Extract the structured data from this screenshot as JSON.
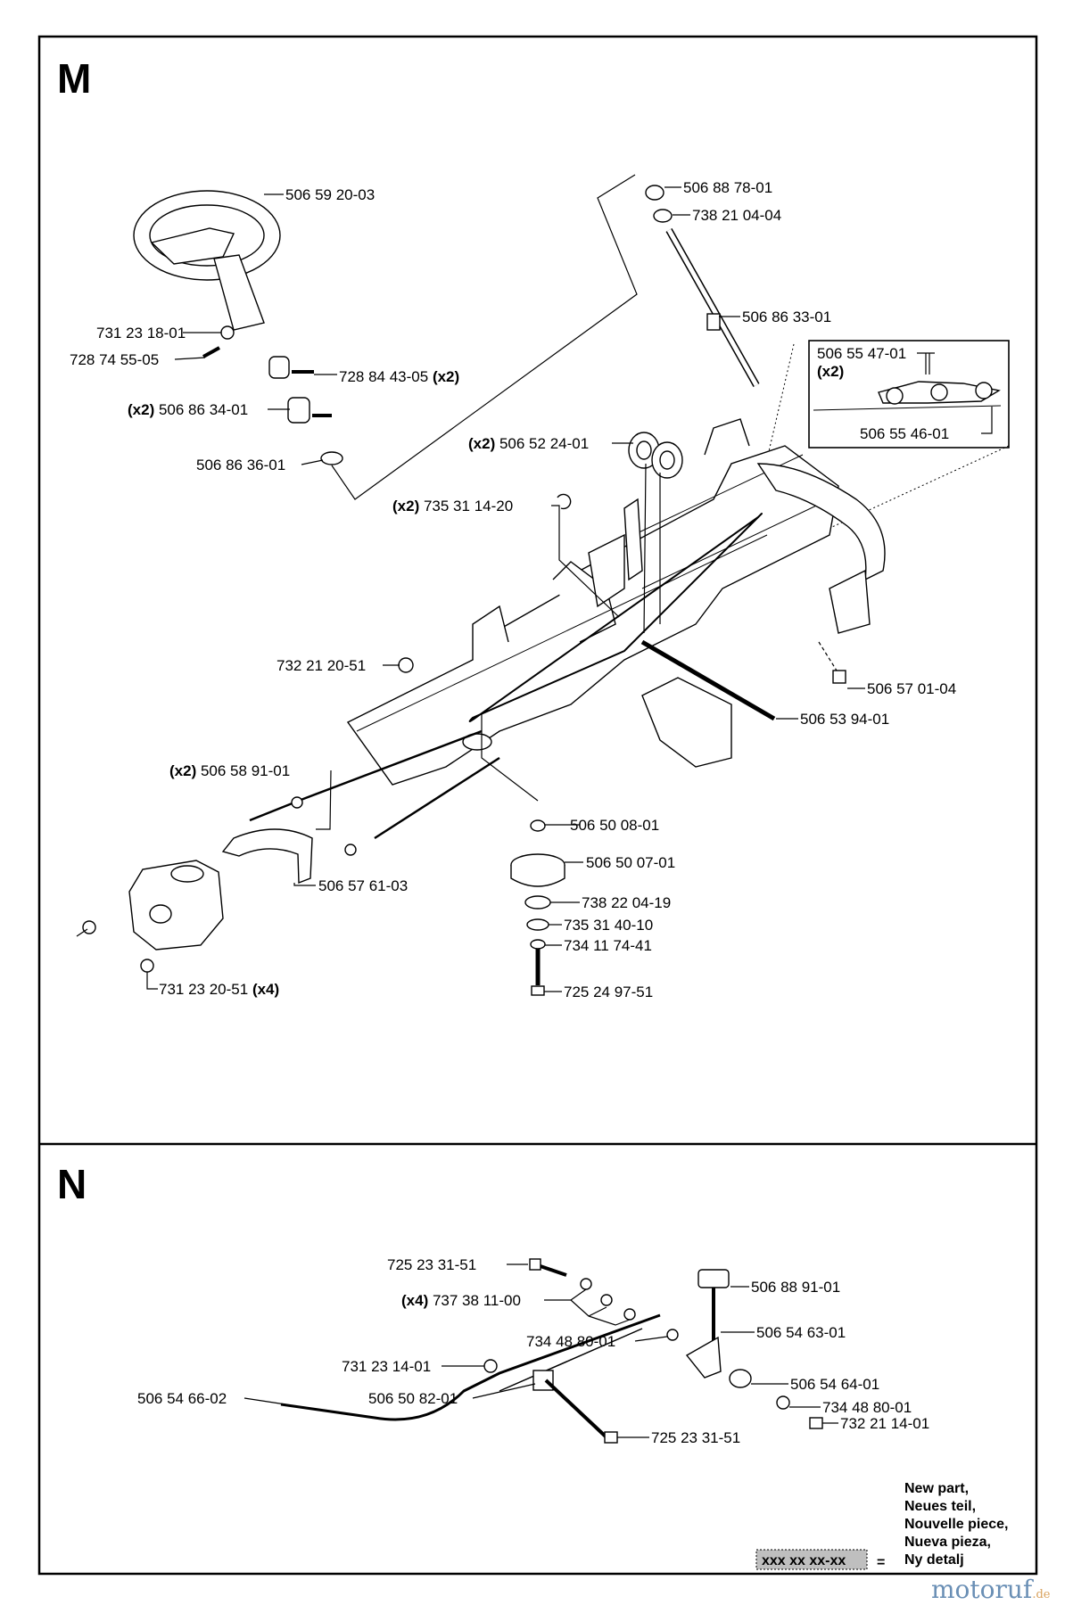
{
  "sections": {
    "m": {
      "letter": "M"
    },
    "n": {
      "letter": "N"
    }
  },
  "parts": {
    "p1": {
      "qty": "",
      "number": "506 59 20-03"
    },
    "p2": {
      "qty": "",
      "number": "731 23 18-01"
    },
    "p3": {
      "qty": "",
      "number": "728 74 55-05"
    },
    "p4": {
      "qty": "(x2)",
      "number": "728 84 43-05"
    },
    "p5": {
      "qty": "(x2)",
      "number": "506 86 34-01"
    },
    "p6": {
      "qty": "",
      "number": "506 86 36-01"
    },
    "p7": {
      "qty": "",
      "number": "506 88 78-01"
    },
    "p8": {
      "qty": "",
      "number": "738 21 04-04"
    },
    "p9": {
      "qty": "",
      "number": "506 86 33-01"
    },
    "p10": {
      "qty": "",
      "number": "506 55 47-01"
    },
    "p10q": {
      "qty": "(x2)",
      "number": ""
    },
    "p11": {
      "qty": "",
      "number": "506 55 46-01"
    },
    "p12": {
      "qty": "(x2)",
      "number": "506 52 24-01"
    },
    "p13": {
      "qty": "(x2)",
      "number": "735 31 14-20"
    },
    "p14": {
      "qty": "",
      "number": "732 21 20-51"
    },
    "p15": {
      "qty": "",
      "number": "506 57 01-04"
    },
    "p16": {
      "qty": "",
      "number": "506 53 94-01"
    },
    "p17": {
      "qty": "(x2)",
      "number": "506 58 91-01"
    },
    "p18": {
      "qty": "",
      "number": "506 50 08-01"
    },
    "p19": {
      "qty": "",
      "number": "506 50 07-01"
    },
    "p20": {
      "qty": "",
      "number": "506 57 61-03"
    },
    "p21": {
      "qty": "",
      "number": "738 22 04-19"
    },
    "p22": {
      "qty": "",
      "number": "735 31 40-10"
    },
    "p23": {
      "qty": "",
      "number": "734 11 74-41"
    },
    "p24": {
      "qty": "(x4)",
      "number": "731 23 20-51"
    },
    "p25": {
      "qty": "",
      "number": "725 24 97-51"
    },
    "n1": {
      "qty": "",
      "number": "725 23 31-51"
    },
    "n2": {
      "qty": "",
      "number": "506 88 91-01"
    },
    "n3": {
      "qty": "(x4)",
      "number": "737 38 11-00"
    },
    "n4": {
      "qty": "",
      "number": "506 54 63-01"
    },
    "n5": {
      "qty": "",
      "number": "734 48 80-01"
    },
    "n6": {
      "qty": "",
      "number": "731 23 14-01"
    },
    "n7": {
      "qty": "",
      "number": "506 54 64-01"
    },
    "n8": {
      "qty": "",
      "number": "506 54 66-02"
    },
    "n9": {
      "qty": "",
      "number": "506 50 82-01"
    },
    "n10": {
      "qty": "",
      "number": "734 48 80-01"
    },
    "n11": {
      "qty": "",
      "number": "725 23 31-51"
    },
    "n12": {
      "qty": "",
      "number": "732 21 14-01"
    }
  },
  "legend": {
    "code": "xxx xx xx-xx",
    "equals": "=",
    "lines": [
      "New part,",
      "Neues teil,",
      "Nouvelle piece,",
      "Nueva pieza,",
      "Ny detalj"
    ]
  },
  "watermark": {
    "brand": "motoruf",
    "tld": ".de"
  },
  "colors": {
    "legend_box": "#bfbfbf",
    "watermark": "#6a8fb5"
  }
}
